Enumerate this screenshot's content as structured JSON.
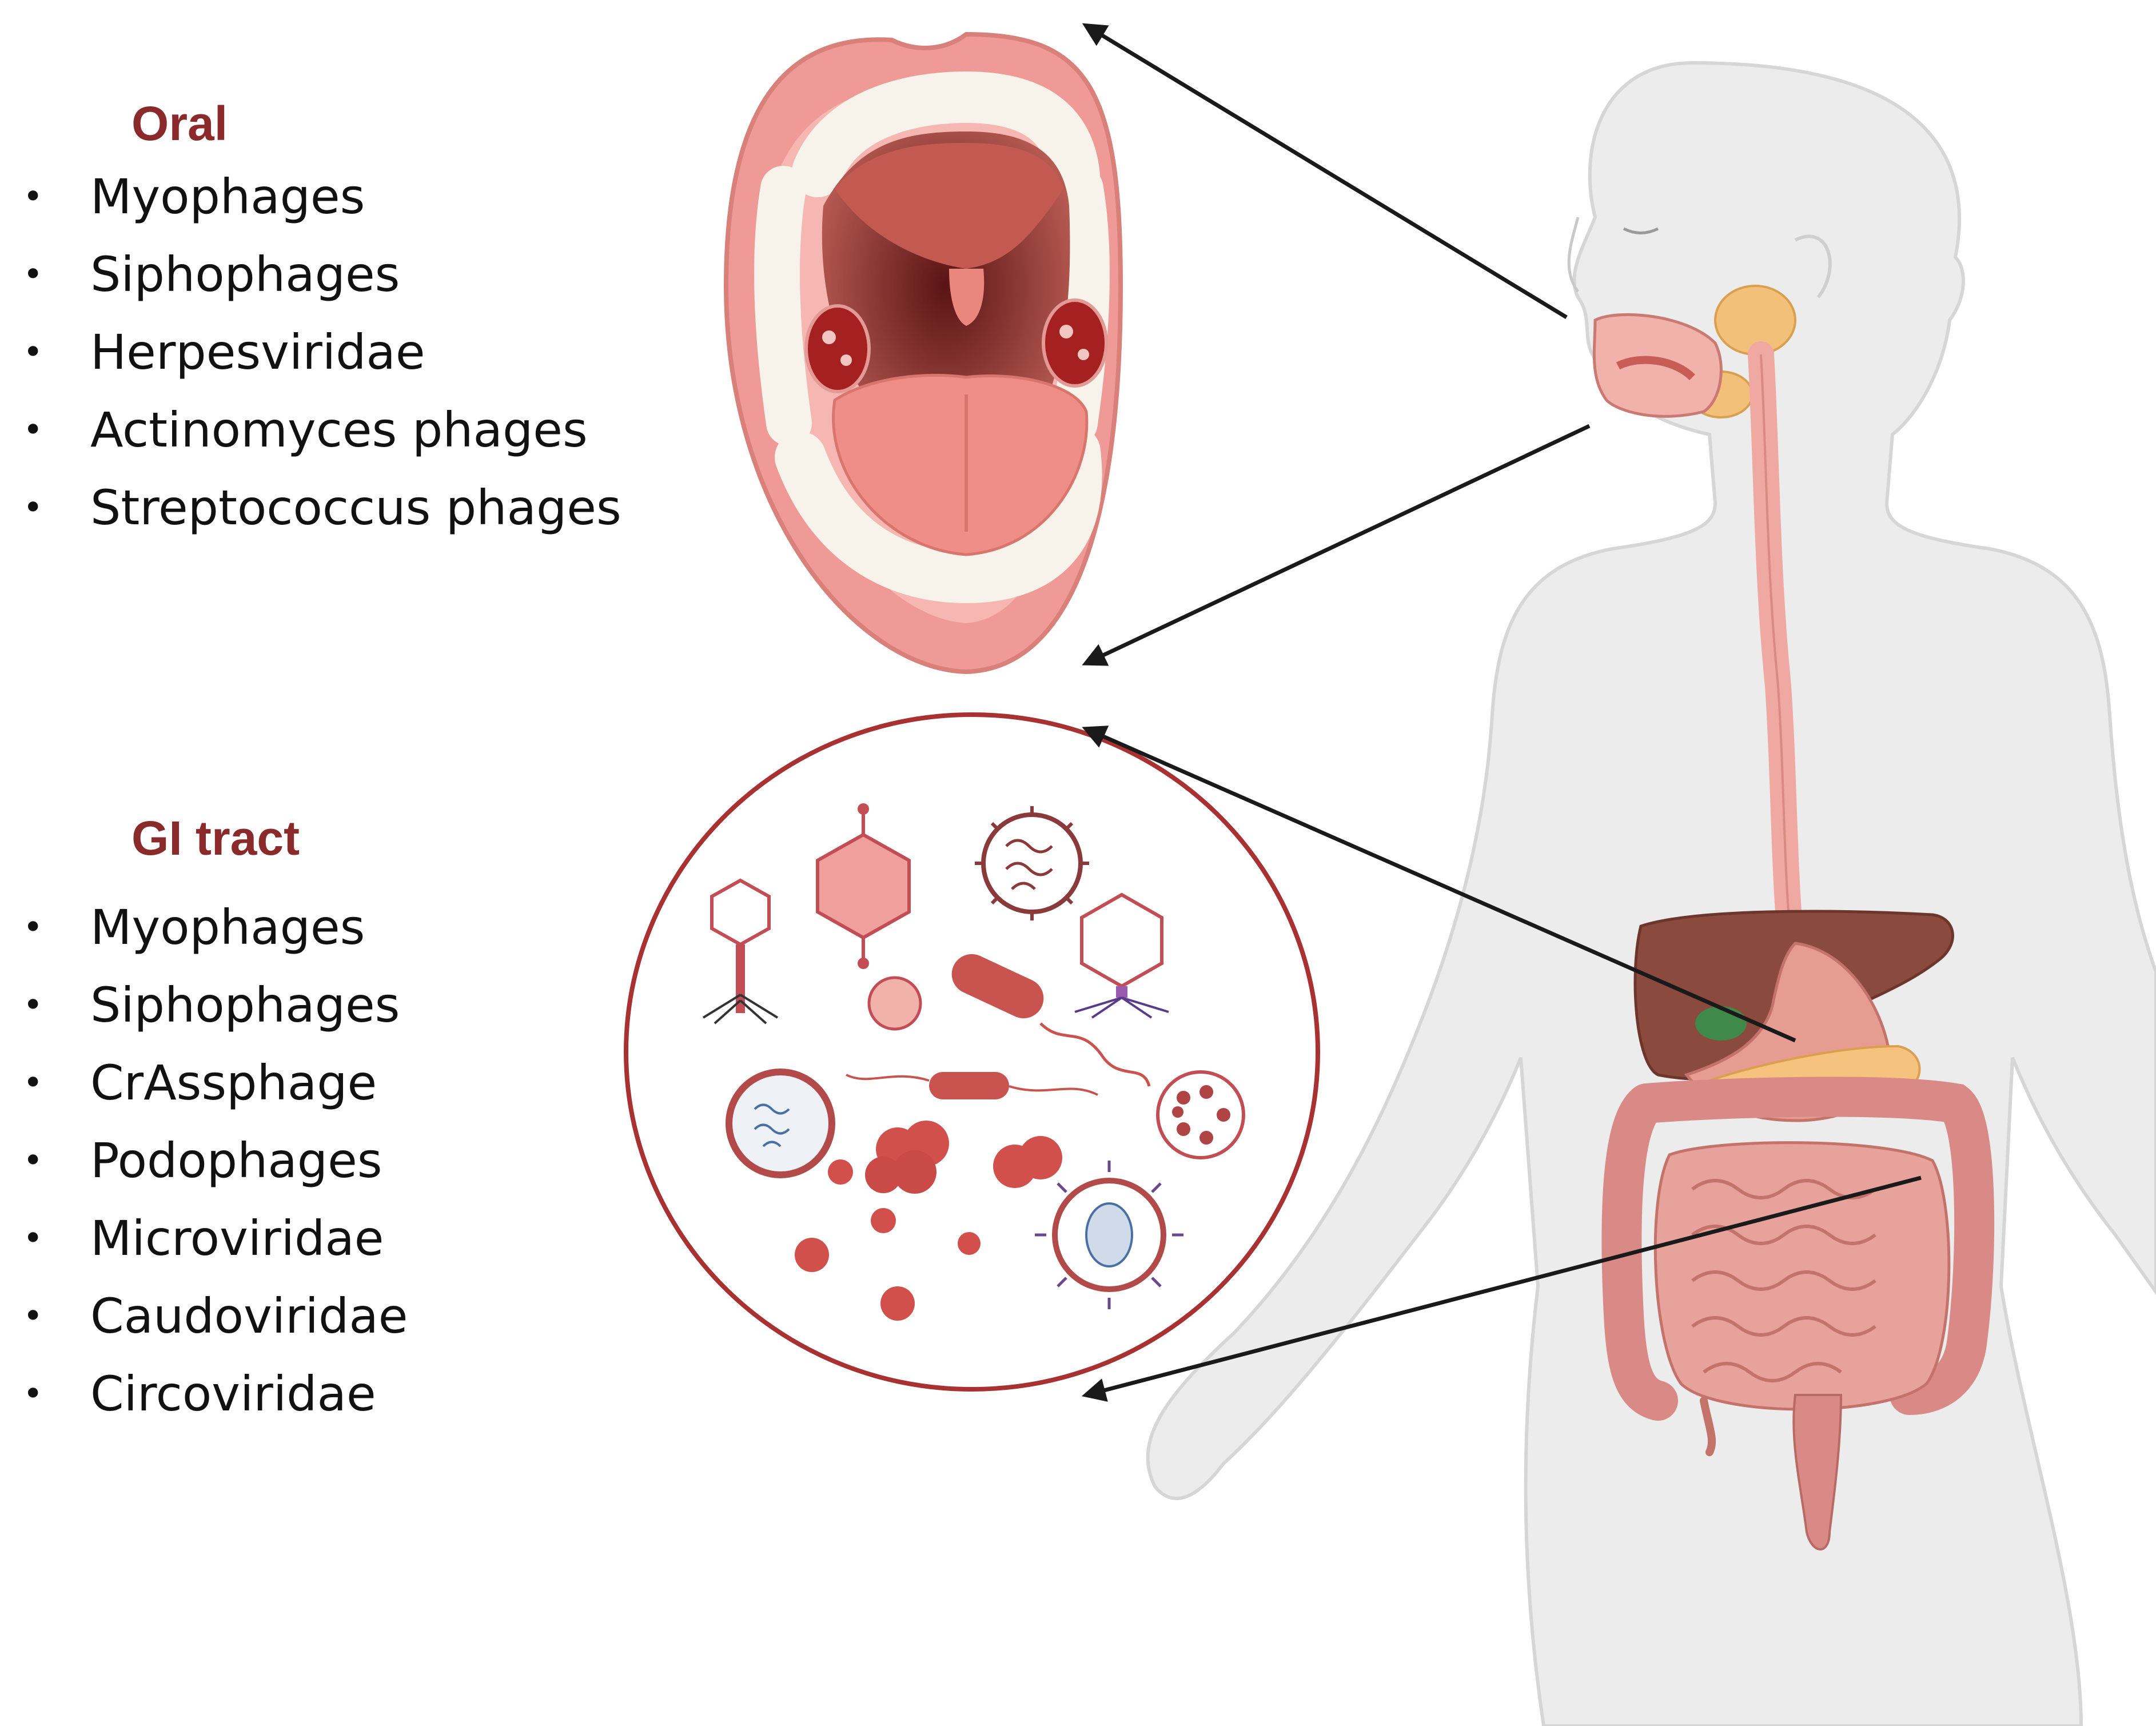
{
  "oral": {
    "title": "Oral",
    "items": [
      "Myophages",
      "Siphophages",
      "Herpesviridae",
      "Actinomyces phages",
      "Streptococcus phages"
    ]
  },
  "gi": {
    "title": "GI tract",
    "items": [
      "Myophages",
      "Siphophages",
      "CrAssphage",
      "Podophages",
      "Microviridae",
      "Caudoviridae",
      "Circoviridae"
    ]
  },
  "bullet": "•",
  "colors": {
    "title": "#8b2a2a",
    "text": "#111111",
    "circle": "#a83232",
    "body": "#ebebeb",
    "lips": "#ef9a96",
    "liver": "#8a4a3e",
    "intestine": "#d98a86",
    "arrow": "#1a1a1a"
  },
  "icons": [
    "mouth-illustration",
    "virus-collection-icon",
    "human-body-illustration"
  ]
}
